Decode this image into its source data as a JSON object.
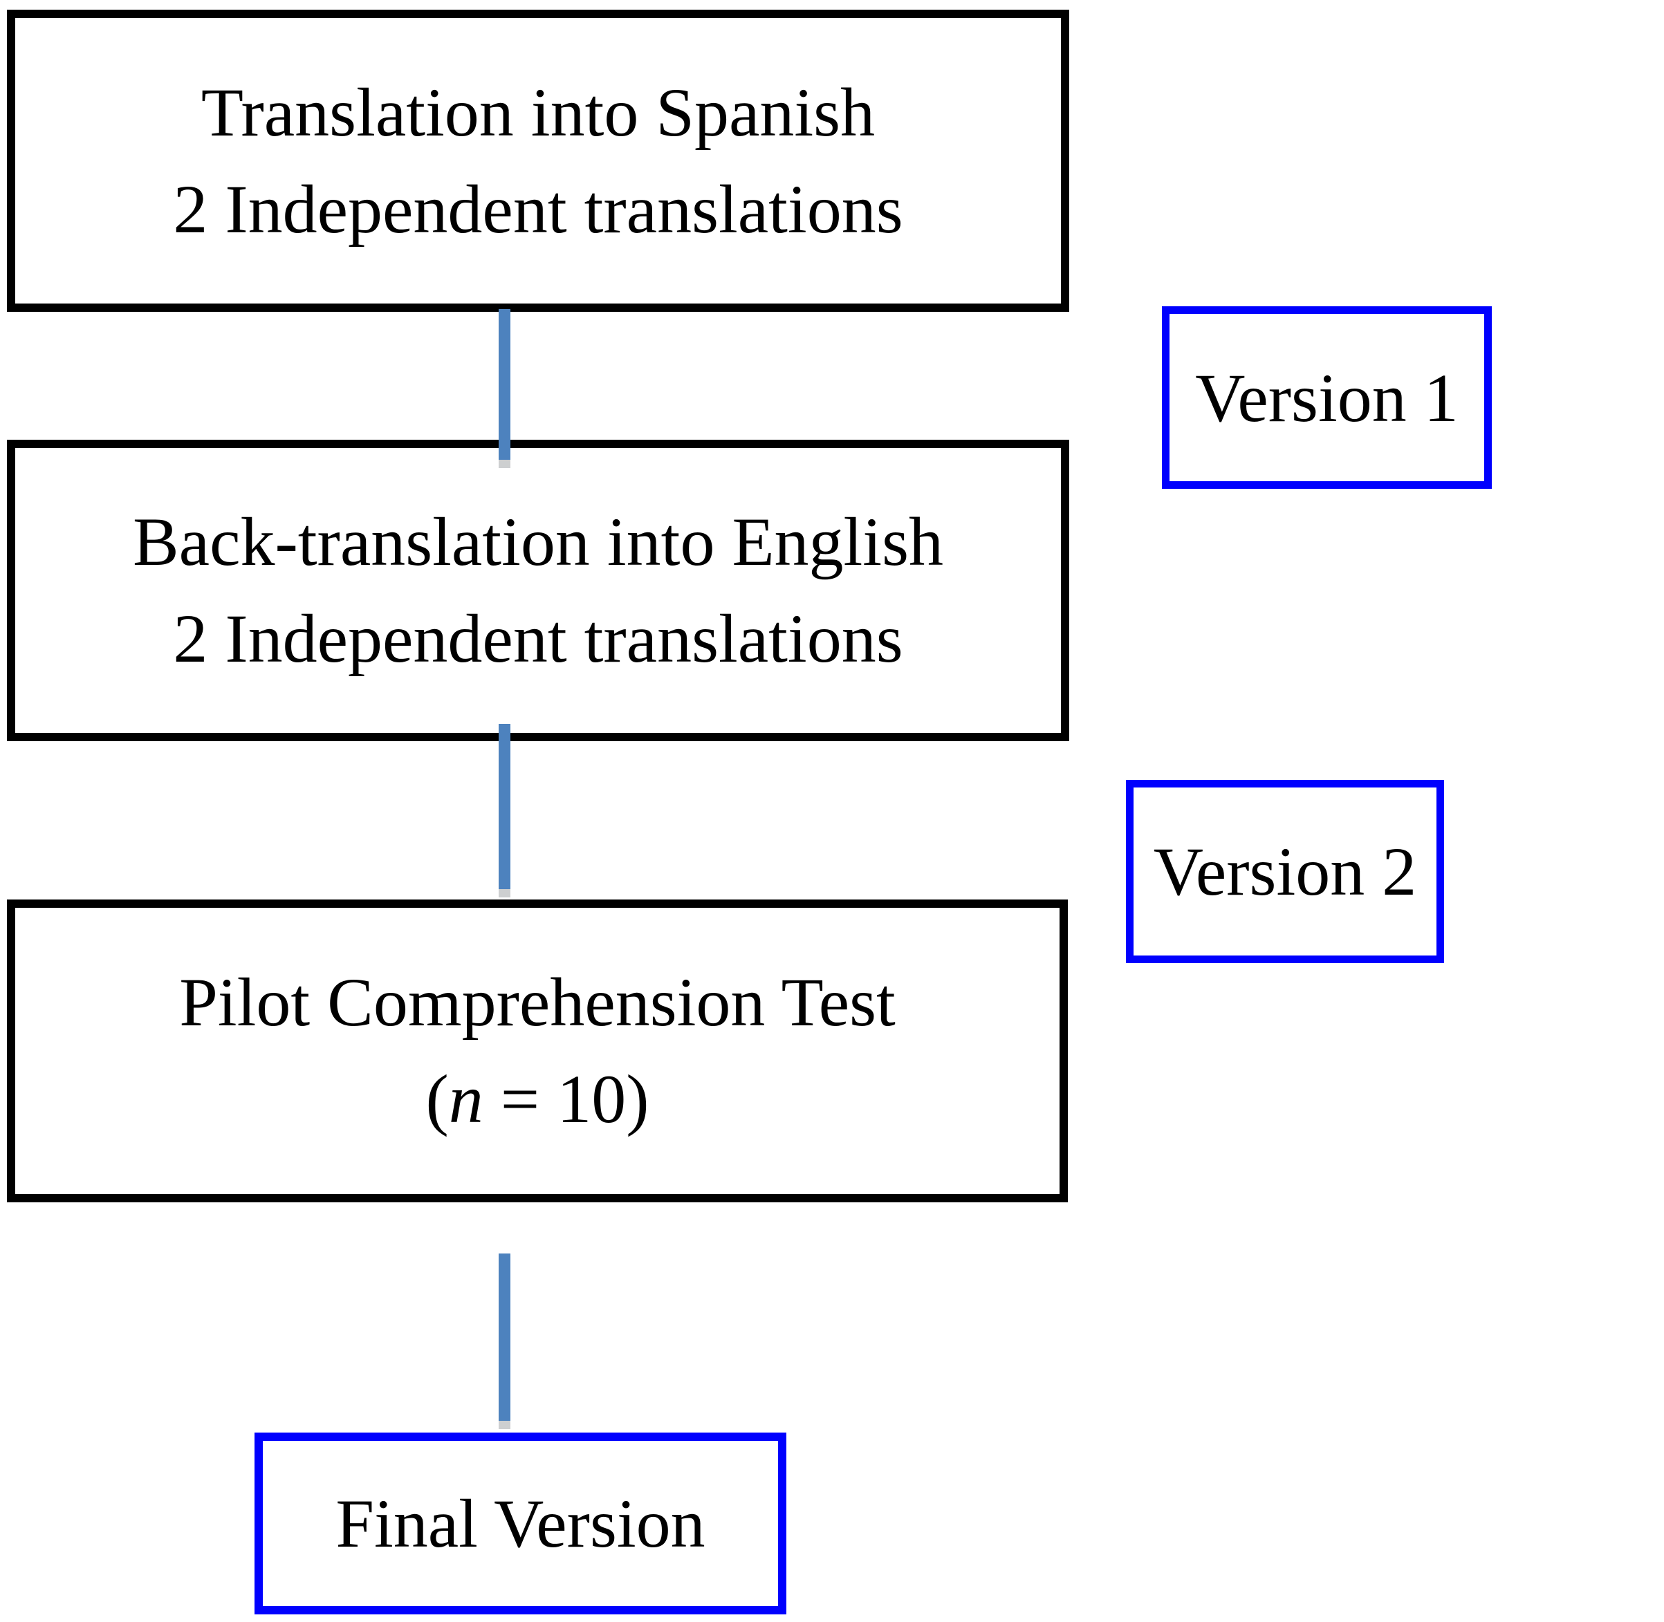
{
  "boxes": {
    "translation": {
      "line1": "Translation into Spanish",
      "line2": "2 Independent translations"
    },
    "back_translation": {
      "line1": "Back-translation into English",
      "line2": "2 Independent translations"
    },
    "pilot": {
      "line1": "Pilot Comprehension Test",
      "line2_open": "(",
      "line2_var": "n",
      "line2_rest": " = 10)"
    },
    "final": {
      "label": "Final Version"
    }
  },
  "side_labels": {
    "version1": "Version 1",
    "version2": "Version 2"
  },
  "colors": {
    "background": "#ffffff",
    "text": "#000000",
    "border_black": "#000000",
    "border_blue": "#0000fe",
    "connector_blue": "#4d82be",
    "connector_tip": "#cdcfd0"
  }
}
